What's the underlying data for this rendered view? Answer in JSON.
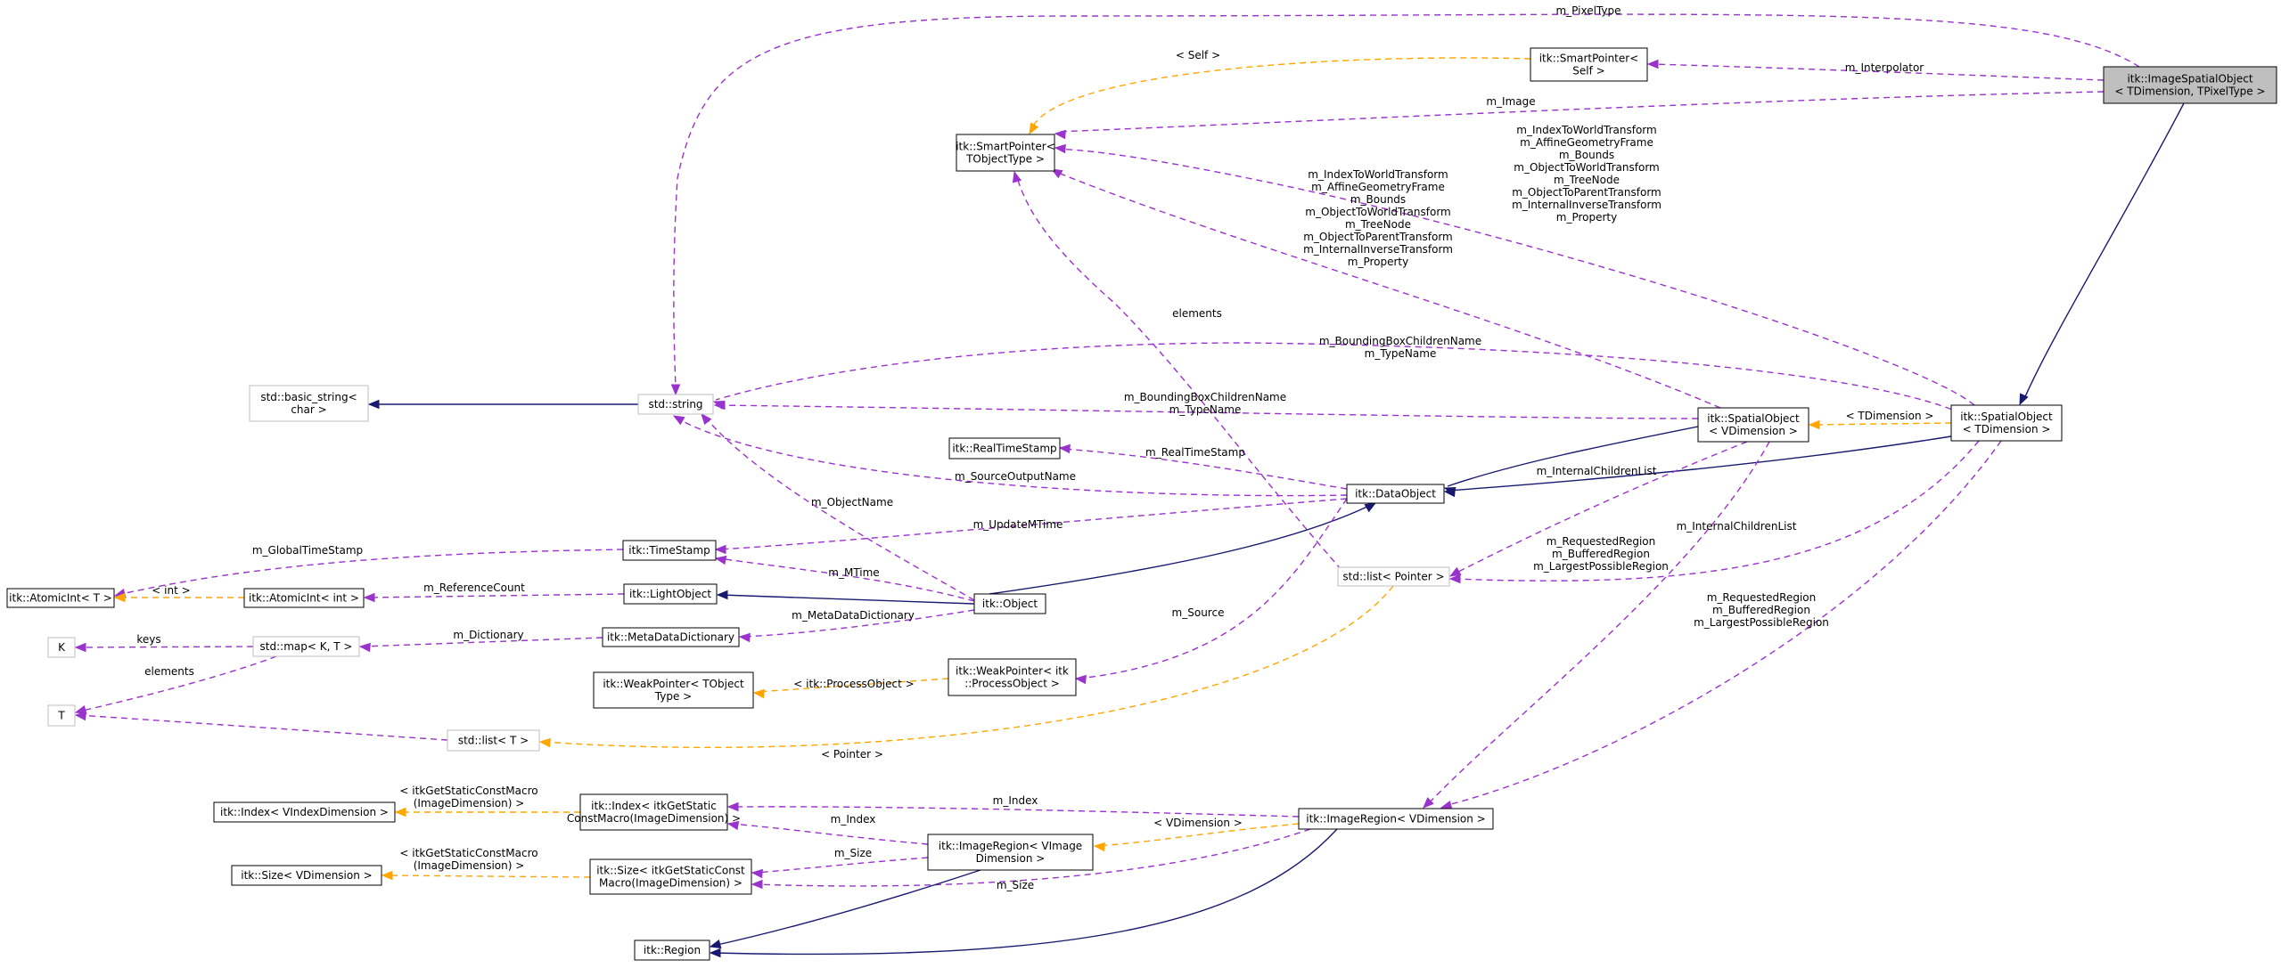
{
  "colors": {
    "inheritance": "#191970",
    "usage": "#9a32cd",
    "template": "#ffa500",
    "focus_fill": "#bfbfbf",
    "grey_border": "#bfbfbf"
  },
  "nodes": {
    "image_spatial_object": [
      "itk::ImageSpatialObject",
      "< TDimension, TPixelType >"
    ],
    "smart_pointer_self": [
      "itk::SmartPointer<",
      "Self >"
    ],
    "smart_pointer_tobject": [
      "itk::SmartPointer<",
      "TObjectType >"
    ],
    "basic_string": [
      "std::basic_string<",
      "char >"
    ],
    "string": [
      "std::string"
    ],
    "spatial_object_v": [
      "itk::SpatialObject",
      "< VDimension >"
    ],
    "spatial_object_t": [
      "itk::SpatialObject",
      "< TDimension >"
    ],
    "real_time_stamp": [
      "itk::RealTimeStamp"
    ],
    "data_object": [
      "itk::DataObject"
    ],
    "list_pointer": [
      "std::list< Pointer >"
    ],
    "time_stamp": [
      "itk::TimeStamp"
    ],
    "atomic_int_t": [
      "itk::AtomicInt< T >"
    ],
    "atomic_int_int": [
      "itk::AtomicInt< int >"
    ],
    "light_object": [
      "itk::LightObject"
    ],
    "object": [
      "itk::Object"
    ],
    "k": [
      "K"
    ],
    "map_kt": [
      "std::map< K, T >"
    ],
    "meta_data_dictionary": [
      "itk::MetaDataDictionary"
    ],
    "weak_pointer_tobject": [
      "itk::WeakPointer< TObject",
      "Type >"
    ],
    "weak_pointer_process": [
      "itk::WeakPointer< itk",
      "::ProcessObject >"
    ],
    "t": [
      "T"
    ],
    "list_t": [
      "std::list< T >"
    ],
    "index_v": [
      "itk::Index< VIndexDimension >"
    ],
    "index_static": [
      "itk::Index< itkGetStatic",
      "ConstMacro(ImageDimension) >"
    ],
    "image_region_vdim": [
      "itk::ImageRegion< VDimension >"
    ],
    "image_region_vimage": [
      "itk::ImageRegion< VImage",
      "Dimension >"
    ],
    "size_v": [
      "itk::Size< VDimension >"
    ],
    "size_static": [
      "itk::Size< itkGetStaticConst",
      "Macro(ImageDimension) >"
    ],
    "region": [
      "itk::Region"
    ]
  },
  "labels": {
    "m_pixel_type": [
      "m_PixelType"
    ],
    "self": [
      "< Self >"
    ],
    "m_interpolator": [
      "m_Interpolator"
    ],
    "m_image": [
      "m_Image"
    ],
    "transforms_right": [
      "m_IndexToWorldTransform",
      "m_AffineGeometryFrame",
      "m_Bounds",
      "m_ObjectToWorldTransform",
      "m_TreeNode",
      "m_ObjectToParentTransform",
      "m_InternalInverseTransform",
      "m_Property"
    ],
    "transforms_left": [
      "m_IndexToWorldTransform",
      "m_AffineGeometryFrame",
      "m_Bounds",
      "m_ObjectToWorldTransform",
      "m_TreeNode",
      "m_ObjectToParentTransform",
      "m_InternalInverseTransform",
      "m_Property"
    ],
    "elements_top": [
      "elements"
    ],
    "bbox_names_right": [
      "m_BoundingBoxChildrenName",
      "m_TypeName"
    ],
    "bbox_names_left": [
      "m_BoundingBoxChildrenName",
      "m_TypeName"
    ],
    "tdimension": [
      "< TDimension >"
    ],
    "m_real_time_stamp": [
      "m_RealTimeStamp"
    ],
    "m_internal_children_list_top": [
      "m_InternalChildrenList"
    ],
    "m_source_output_name": [
      "m_SourceOutputName"
    ],
    "m_object_name": [
      "m_ObjectName"
    ],
    "m_update_mtime": [
      "m_UpdateMTime"
    ],
    "m_internal_children_list_mid": [
      "m_InternalChildrenList"
    ],
    "regions_mid": [
      "m_RequestedRegion",
      "m_BufferedRegion",
      "m_LargestPossibleRegion"
    ],
    "m_global_time_stamp": [
      "m_GlobalTimeStamp"
    ],
    "int": [
      "< int >"
    ],
    "m_mtime": [
      "m_MTime"
    ],
    "m_reference_count": [
      "m_ReferenceCount"
    ],
    "regions_right": [
      "m_RequestedRegion",
      "m_BufferedRegion",
      "m_LargestPossibleRegion"
    ],
    "keys": [
      "keys"
    ],
    "m_dictionary": [
      "m_Dictionary"
    ],
    "m_meta_data_dictionary": [
      "m_MetaDataDictionary"
    ],
    "m_source": [
      "m_Source"
    ],
    "elements_t": [
      "elements"
    ],
    "process_object": [
      "< itk::ProcessObject >"
    ],
    "pointer": [
      "< Pointer >"
    ],
    "static_index": [
      "< itkGetStaticConstMacro",
      "(ImageDimension) >"
    ],
    "m_index_top": [
      "m_Index"
    ],
    "vdimension": [
      "< VDimension >"
    ],
    "m_index_bottom": [
      "m_Index"
    ],
    "static_size": [
      "< itkGetStaticConstMacro",
      "(ImageDimension) >"
    ],
    "m_size_top": [
      "m_Size"
    ],
    "m_size_bottom": [
      "m_Size"
    ]
  }
}
